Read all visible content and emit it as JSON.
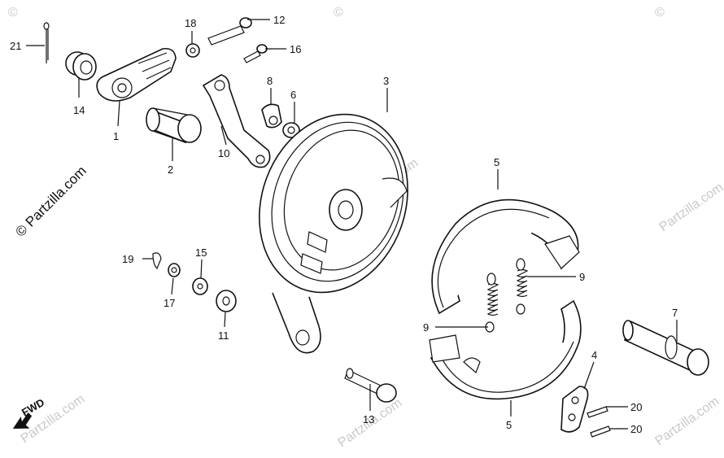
{
  "watermark": {
    "copyright": "© Partzilla.com",
    "corner_symbol": "©",
    "faint_text": "Partzilla.com"
  },
  "direction_label": "FWD",
  "callouts": [
    {
      "id": "c1",
      "label": "1"
    },
    {
      "id": "c2",
      "label": "2"
    },
    {
      "id": "c3",
      "label": "3"
    },
    {
      "id": "c4",
      "label": "4"
    },
    {
      "id": "c5a",
      "label": "5"
    },
    {
      "id": "c5b",
      "label": "5"
    },
    {
      "id": "c6",
      "label": "6"
    },
    {
      "id": "c7",
      "label": "7"
    },
    {
      "id": "c8",
      "label": "8"
    },
    {
      "id": "c9a",
      "label": "9"
    },
    {
      "id": "c9b",
      "label": "9"
    },
    {
      "id": "c10",
      "label": "10"
    },
    {
      "id": "c11",
      "label": "11"
    },
    {
      "id": "c12",
      "label": "12"
    },
    {
      "id": "c13",
      "label": "13"
    },
    {
      "id": "c14",
      "label": "14"
    },
    {
      "id": "c15",
      "label": "15"
    },
    {
      "id": "c16",
      "label": "16"
    },
    {
      "id": "c17",
      "label": "17"
    },
    {
      "id": "c18",
      "label": "18"
    },
    {
      "id": "c19",
      "label": "19"
    },
    {
      "id": "c20a",
      "label": "20"
    },
    {
      "id": "c20b",
      "label": "20"
    },
    {
      "id": "c21",
      "label": "21"
    }
  ]
}
